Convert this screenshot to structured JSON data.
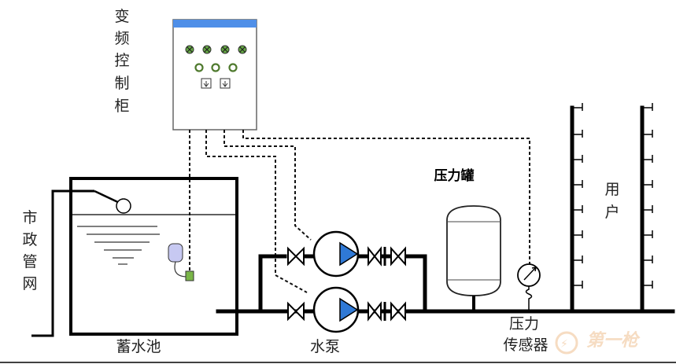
{
  "labels": {
    "control_cabinet": [
      "变",
      "频",
      "控",
      "制",
      "柜"
    ],
    "municipal_network": [
      "市",
      "政",
      "管",
      "网"
    ],
    "reservoir": "蓄水池",
    "pump": "水泵",
    "pressure_tank": "压力罐",
    "pressure_sensor": [
      "压力",
      "传感器"
    ],
    "user": [
      "用",
      "户"
    ]
  },
  "watermark": "第一枪",
  "colors": {
    "cabinet_header": "#4f8fe8",
    "pump_arrow": "#2f79d6",
    "indicator_green": "#66aa44",
    "float_switch": "#c7c9f2",
    "level_sensor": "#7ab648",
    "pipe": "#000000",
    "watermark": "#f6dcc2"
  }
}
